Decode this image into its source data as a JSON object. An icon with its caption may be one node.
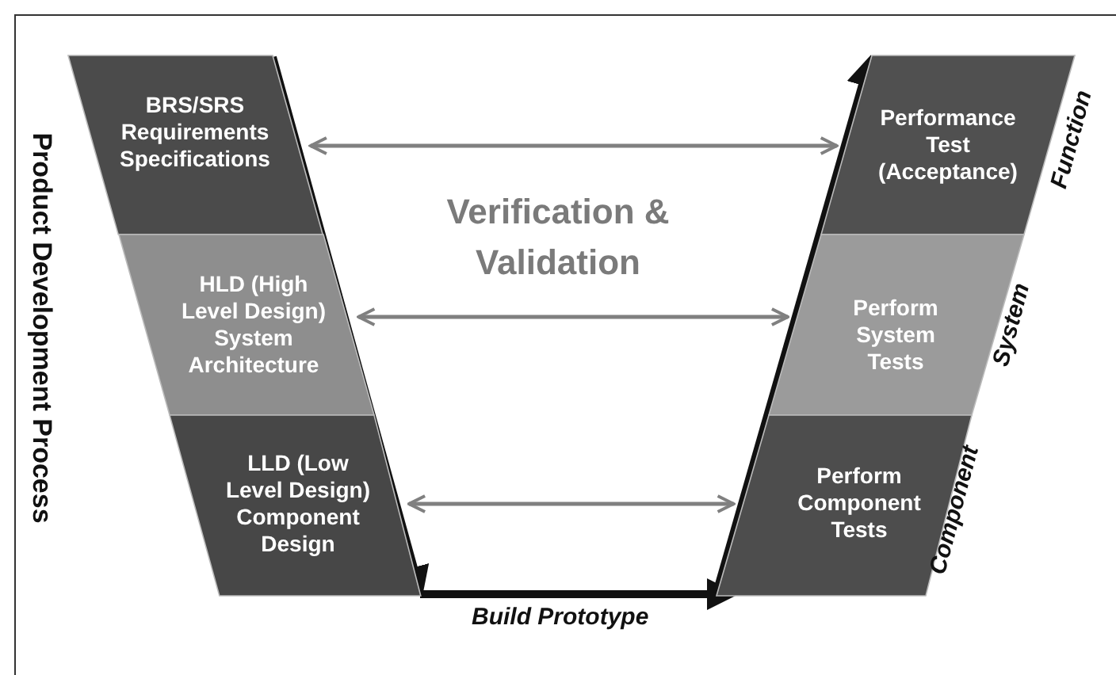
{
  "diagram": {
    "nodes": [
      {
        "text": [
          "BRS/SRS Requirements Specifications"
        ]
      },
      {
        "text": [
          "HLD (High Level Design) System Architecture"
        ]
      },
      {
        "text": [
          "LLD (Low Level Design) Component Design"
        ]
      },
      {
        "text": [
          "Performance Test (Acceptance)"
        ]
      },
      {
        "text": [
          "Perform System Tests"
        ]
      },
      {
        "text": [
          "Perform Component Tests"
        ]
      }
    ],
    "edges": [
      {
        "from": 0,
        "to": 3,
        "arrow": "both"
      },
      {
        "from": 1,
        "to": 4,
        "arrow": "both"
      },
      {
        "from": 2,
        "to": 5,
        "arrow": "both"
      },
      {
        "from": 2,
        "to": 5,
        "arrow": "to",
        "label": "Build Prototype",
        "style": "thick",
        "color": "#111111"
      },
      {
        "from": 0,
        "to": 2,
        "arrow": "to",
        "style": "thick",
        "color": "#111111"
      },
      {
        "from": 5,
        "to": 3,
        "arrow": "to",
        "style": "thick",
        "color": "#111111"
      }
    ],
    "labels": [
      "Product Development Process",
      "Verification & Validation",
      "Function",
      "System",
      "Component"
    ]
  }
}
